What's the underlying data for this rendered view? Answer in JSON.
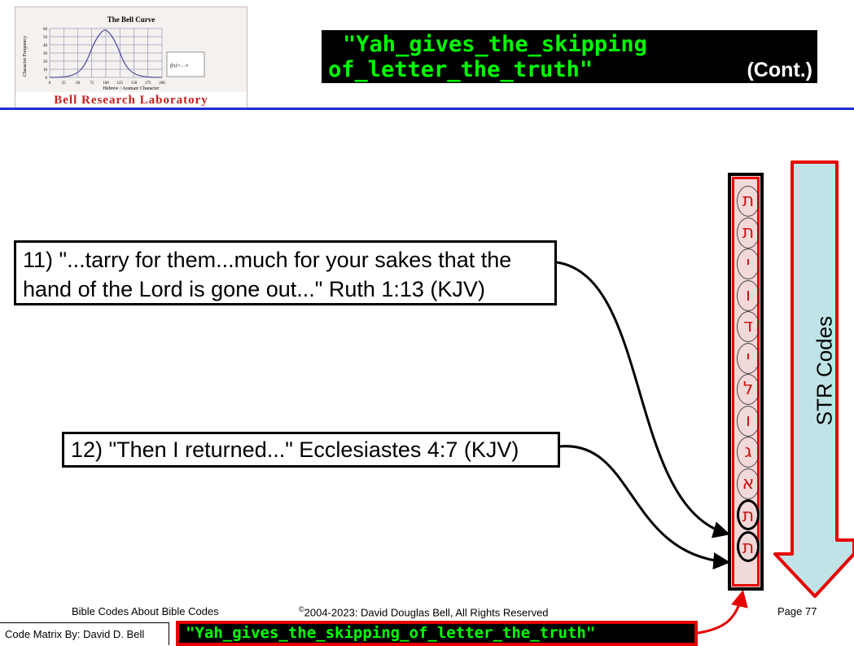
{
  "header": {
    "logo": {
      "chart_title": "The Bell Curve",
      "y_axis_label": "Character Frequency",
      "x_axis_label": "Hebrew / Aramaic Character",
      "y_ticks": [
        "60",
        "50",
        "40",
        "30",
        "20",
        "10",
        "0"
      ],
      "x_ticks": [
        "0",
        "25",
        "50",
        "75",
        "100",
        "125",
        "150",
        "175",
        "200"
      ],
      "lab_name": "Bell Research Laboratory"
    },
    "title_line_1": "\"Yah_gives_the_skipping",
    "title_line_2": "of_letter_the_truth\"",
    "title_suffix": "(Cont.)"
  },
  "verses": {
    "v11_line1": "11) \"...tarry for them...much for your sakes that the",
    "v11_line2": "hand of the Lord is gone out...\" Ruth 1:13 (KJV)",
    "v12": "12) \"Then I returned...\" Ecclesiastes 4:7 (KJV)"
  },
  "letter_column": {
    "letters": [
      "ת",
      "ת",
      "י",
      "ו",
      "ד",
      "י",
      "ל",
      "ו",
      "ג",
      "א",
      "ת",
      "ת"
    ],
    "highlighted_indices": [
      10,
      11
    ]
  },
  "str_label": "STR Codes",
  "footer": {
    "left": "Bible Codes About Bible Codes",
    "copyright_symbol": "©",
    "copyright": "2004-2023: David Douglas Bell, All Rights Reserved",
    "page": "Page 77",
    "author": "Code Matrix By: David D. Bell",
    "code_string": "\"Yah_gives_the_skipping_of_letter_the_truth\""
  },
  "colors": {
    "title_bg": "#000000",
    "title_text": "#00ff00",
    "accent_red": "#e60000",
    "rule_blue": "#1f2bd8",
    "arrow_fill": "#bfe3e6"
  }
}
